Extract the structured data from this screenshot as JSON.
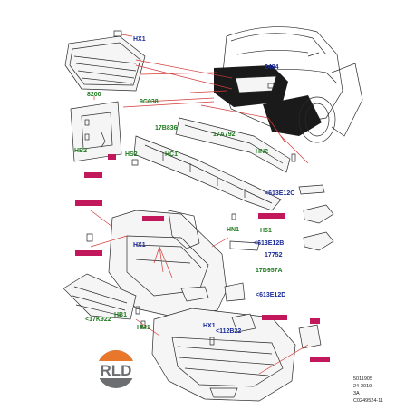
{
  "labels": {
    "hx1_top": "HX1",
    "p2484": "2484",
    "p8200": "8200",
    "p9c038": "9C038",
    "p17b836": "17B836",
    "p17a792": "17A792",
    "hb2": "HB2",
    "hs2": "HS2",
    "hc1": "HC1",
    "hn2": "HN2",
    "p613e12c": "<613E12C",
    "hn1": "HN1",
    "h51": "H51",
    "p613e12b": "<613E12B",
    "p17752": "17752",
    "hx1_mid": "HX1",
    "p17d957a": "17D957A",
    "p613e12d": "<613E12D",
    "p17k922": "<17K922",
    "hb1": "HB1",
    "hm1": "HM1",
    "hx1_low": "HX1",
    "p112b22": "<112B22"
  },
  "logo": {
    "text": "RLD"
  },
  "footer": {
    "line1": "5011905",
    "line2": "24-2019",
    "line3": "3A",
    "line4": "C0249524-11"
  },
  "colors": {
    "tag": "#c2185b",
    "leader": "#d43a3a",
    "blue_label": "#1a2a9a",
    "green_label": "#1e7a1e",
    "logo_orange": "#e8762b",
    "logo_grey": "#6d6e71"
  }
}
